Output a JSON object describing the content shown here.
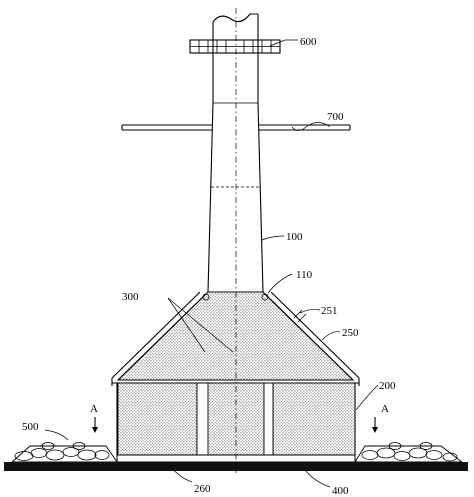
{
  "labels": {
    "flange": "600",
    "water_line": "700",
    "tower": "100",
    "joint": "110",
    "fill": "300",
    "rib": "251",
    "shell": "250",
    "foundation": "200",
    "section_left": "A",
    "section_right": "A",
    "riprap": "500",
    "bottom_slab": "260",
    "bed": "400"
  },
  "colors": {
    "line": "#000000",
    "background": "#ffffff",
    "bed_fill": "#111111",
    "hatch": "#9a9a9a"
  }
}
